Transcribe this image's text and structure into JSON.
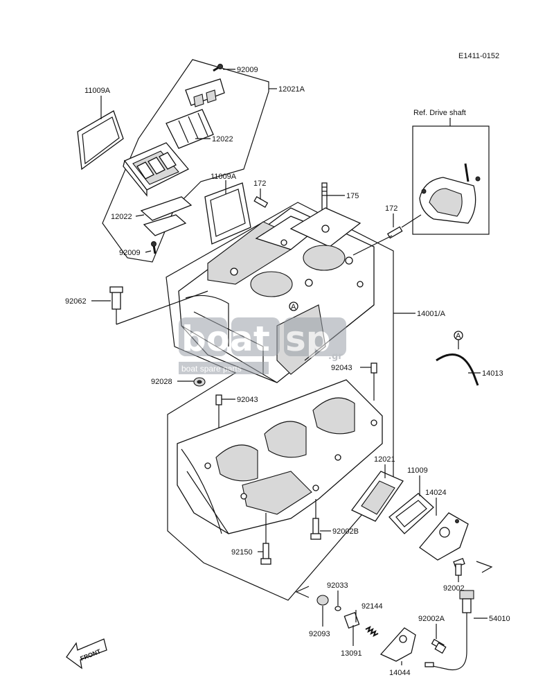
{
  "diagram_code": "E1411-0152",
  "ref_label": "Ref. Drive shaft",
  "front_label": "FRONT",
  "callout_marker": "A",
  "watermark": {
    "brand_a": "boat",
    "brand_b": "sp",
    "suffix": ".gr",
    "tagline": "boat spare parts"
  },
  "parts": {
    "p92009_top": "92009",
    "p12021A": "12021A",
    "p11009A_left": "11009A",
    "p12022_top": "12022",
    "p11009A_mid": "11009A",
    "p172_top": "172",
    "p175": "175",
    "p172_right": "172",
    "p12022_bottom": "12022",
    "p92009_bottom": "92009",
    "p92062": "92062",
    "p14001A": "14001/A",
    "p14013": "14013",
    "p92043_right": "92043",
    "p92028": "92028",
    "p92043_left": "92043",
    "p12021": "12021",
    "p11009": "11009",
    "p14024": "14024",
    "p92002B": "92002B",
    "p92150": "92150",
    "p92002": "92002",
    "p92033": "92033",
    "p92144": "92144",
    "p92002A": "92002A",
    "p54010": "54010",
    "p92093": "92093",
    "p13091": "13091",
    "p14044": "14044"
  }
}
